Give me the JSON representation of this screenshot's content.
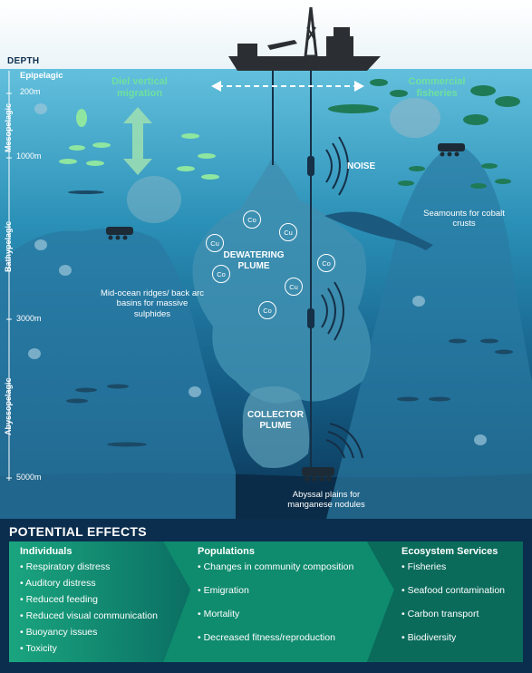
{
  "depth": {
    "title": "DEPTH",
    "zones": [
      "Epipelagic",
      "Mesopelagic",
      "Bathypelagic",
      "Abyssopelagic"
    ],
    "markers": [
      "200m",
      "1000m",
      "3000m",
      "5000m"
    ]
  },
  "labels": {
    "diel": "Diel vertical migration",
    "fisheries": "Commercial fisheries",
    "noise": "NOISE",
    "seamounts": "Seamounts for cobalt crusts",
    "dewatering": "DEWATERING PLUME",
    "ridges": "Mid-ocean ridges/ back arc basins for massive sulphides",
    "collector": "COLLECTOR PLUME",
    "abyssal": "Abyssal plains for manganese nodules"
  },
  "metals": [
    "Co",
    "Cu",
    "Cu",
    "Co",
    "Co",
    "Cu",
    "Co"
  ],
  "colors": {
    "surface": "#5fb9d8",
    "deep": "#0d3d5e",
    "green_text": "#6fe0a0",
    "band_dark": "#0a7a64",
    "band_light": "#1fae86"
  },
  "effects": {
    "title": "POTENTIAL EFFECTS",
    "columns": [
      {
        "title": "Individuals",
        "items": [
          "Respiratory distress",
          "Auditory distress",
          "Reduced feeding",
          "Reduced visual communication",
          "Buoyancy issues",
          "Toxicity"
        ]
      },
      {
        "title": "Populations",
        "items": [
          "Changes in community composition",
          "Emigration",
          "Mortality",
          "Decreased fitness/reproduction"
        ]
      },
      {
        "title": "Ecosystem Services",
        "items": [
          "Fisheries",
          "Seafood contamination",
          "Carbon transport",
          "Biodiversity"
        ]
      }
    ]
  }
}
